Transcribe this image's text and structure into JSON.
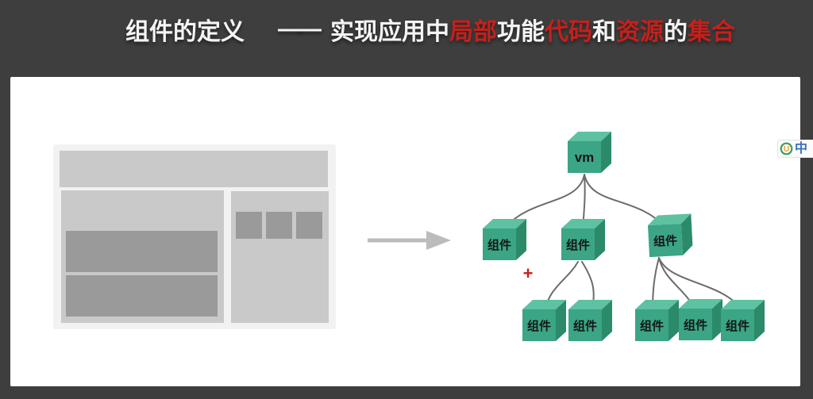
{
  "title": {
    "left": "组件的定义",
    "dash": "——",
    "segments": [
      {
        "text": "实现应用中",
        "emphasis": false
      },
      {
        "text": "局部",
        "emphasis": true
      },
      {
        "text": "功能",
        "emphasis": false
      },
      {
        "text": "代码",
        "emphasis": true
      },
      {
        "text": "和",
        "emphasis": false
      },
      {
        "text": "资源",
        "emphasis": true
      },
      {
        "text": "的",
        "emphasis": false
      },
      {
        "text": "集合",
        "emphasis": true
      }
    ]
  },
  "diagram": {
    "nodes": {
      "vm": "vm",
      "m1": "组件",
      "m2": "组件",
      "m3": "组件",
      "b1": "组件",
      "b2": "组件",
      "b3": "组件",
      "b4": "组件",
      "b5": "组件"
    },
    "plus": "+"
  },
  "watermark": {
    "logo_letter": "U",
    "text": "中"
  },
  "colors": {
    "bg_dark": "#3e3e3e",
    "accent_red": "#c5201c",
    "cube_front": "#3ba586",
    "cube_top": "#5ec2a2",
    "cube_side": "#2b8a6a",
    "connector": "#6b6b6b",
    "arrow_gray": "#bcbcbc",
    "wireframe_bg": "#f2f2f2",
    "wireframe_panel": "#c9c9c9",
    "wireframe_block": "#9a9a9a",
    "badge_blue": "#3a6fc5",
    "badge_green": "#3f9e57",
    "badge_orange": "#f29c38"
  }
}
